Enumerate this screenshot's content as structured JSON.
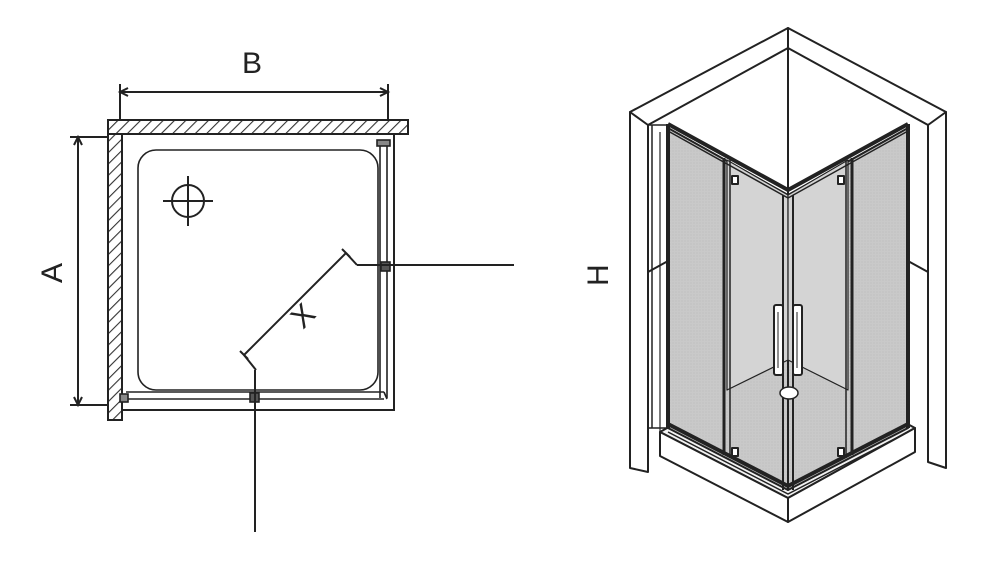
{
  "plan_view": {
    "label_b": "B",
    "label_a": "A",
    "label_x": "X"
  },
  "perspective_view": {
    "label_h": "H"
  },
  "colors": {
    "line": "#222222",
    "glass": "#c9c9c9",
    "glass_dark": "#b6b6b6",
    "tray": "#f2f2f2",
    "background": "#ffffff"
  },
  "icons": [
    "drain-icon"
  ]
}
